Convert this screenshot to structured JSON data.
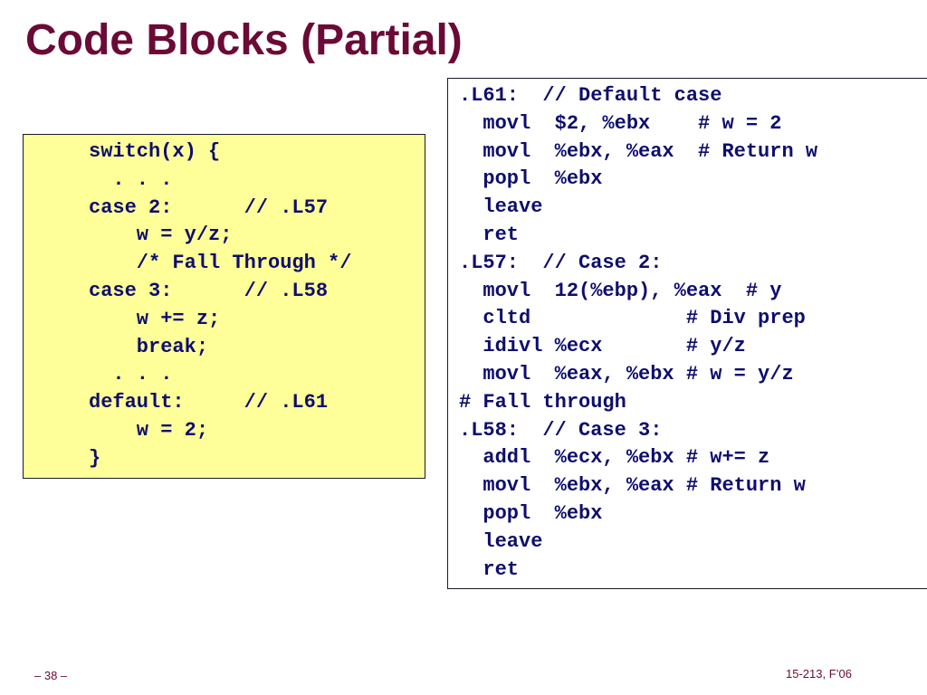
{
  "slide": {
    "title": "Code Blocks (Partial)"
  },
  "c_code": {
    "lines": [
      "switch(x) {",
      "  . . .",
      "case 2:      // .L57",
      "    w = y/z;",
      "    /* Fall Through */",
      "case 3:      // .L58",
      "    w += z;",
      "    break;",
      "  . . .",
      "default:     // .L61",
      "    w = 2;",
      "}"
    ]
  },
  "asm_code": {
    "lines": [
      ".L61:  // Default case",
      "  movl  $2, %ebx    # w = 2",
      "  movl  %ebx, %eax  # Return w",
      "  popl  %ebx",
      "  leave",
      "  ret",
      ".L57:  // Case 2:",
      "  movl  12(%ebp), %eax  # y",
      "  cltd             # Div prep",
      "  idivl %ecx       # y/z",
      "  movl  %eax, %ebx # w = y/z",
      "# Fall through",
      ".L58:  // Case 3:",
      "  addl  %ecx, %ebx # w+= z",
      "  movl  %ebx, %eax # Return w",
      "  popl  %ebx",
      "  leave",
      "  ret"
    ]
  },
  "footer": {
    "page_number": "– 38 –",
    "course": "15-213, F’06"
  }
}
